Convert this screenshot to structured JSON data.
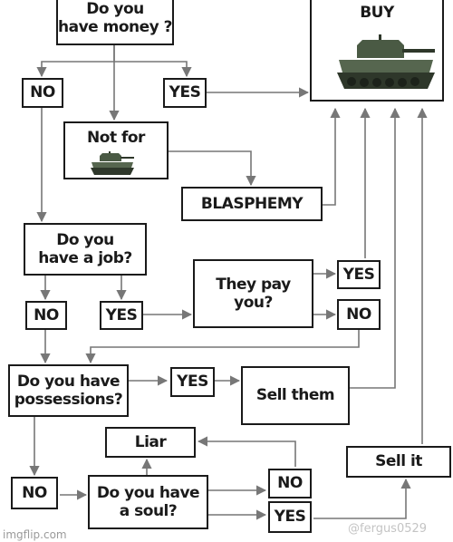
{
  "nodes": {
    "have_money": "Do you\nhave money ?",
    "buy": "BUY",
    "no_1": "NO",
    "yes_1": "YES",
    "not_for": "Not for",
    "blasphemy": "BLASPHEMY",
    "have_job": "Do you\nhave a job?",
    "no_2": "NO",
    "yes_2": "YES",
    "they_pay": "They pay you?",
    "yes_3": "YES",
    "no_3": "NO",
    "possessions": "Do you have\npossessions?",
    "yes_4": "YES",
    "sell_them": "Sell them",
    "liar": "Liar",
    "sell_it": "Sell it",
    "no_4": "NO",
    "have_soul": "Do you have\na soul?",
    "no_5": "NO",
    "yes_5": "YES"
  },
  "watermarks": {
    "imgflip": "imgflip.com",
    "user": "@fergus0529"
  },
  "colors": {
    "line": "#1a1a1a",
    "arrow": "#777777",
    "tank_body": "#4a5a44",
    "tank_dark": "#2e372a"
  }
}
